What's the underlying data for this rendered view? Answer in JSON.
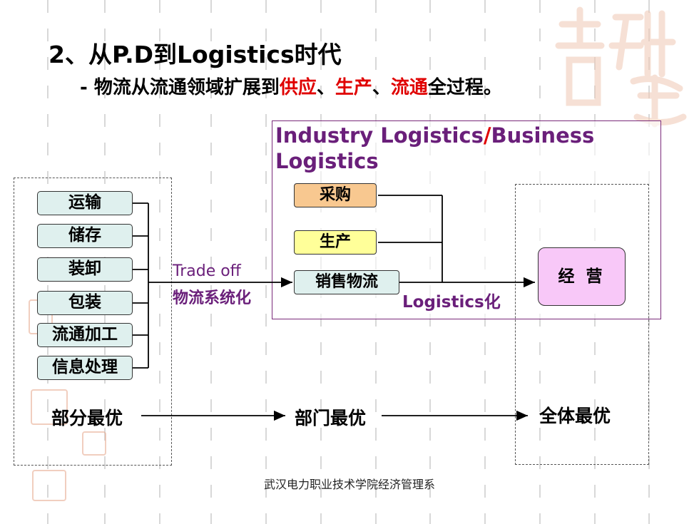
{
  "title": "2、从P.D到Logistics时代",
  "subtitle": {
    "prefix": "- 物流从流通领域扩展到",
    "highlight_1": "供应",
    "sep_1": "、",
    "highlight_2": "生产",
    "sep_2": "、",
    "highlight_3": "流通",
    "suffix": "全过程。"
  },
  "industry_box": {
    "title_part_1": "Industry Logistics",
    "slash": "/",
    "title_part_2": "Business Logistics"
  },
  "functions": [
    "运输",
    "储存",
    "装卸",
    "包装",
    "流通加工",
    "信息处理"
  ],
  "industry_items": [
    {
      "label": "采购",
      "color": "#f8c890"
    },
    {
      "label": "生产",
      "color": "#ffff99"
    },
    {
      "label": "销售物流",
      "color": "#dff0ee"
    }
  ],
  "operation_label": "经 营",
  "trade_off_label": "Trade off",
  "systemization_label": "物流系统化",
  "logistics_label": "Logistics化",
  "optimization": [
    "部分最优",
    "部门最优",
    "全体最优"
  ],
  "footer": "武汉电力职业技术学院经济管理系",
  "colors": {
    "purple": "#6a1f7a",
    "red": "#e00000",
    "function_box": "#dff0ee",
    "operation_box": "#f8c8f8"
  }
}
